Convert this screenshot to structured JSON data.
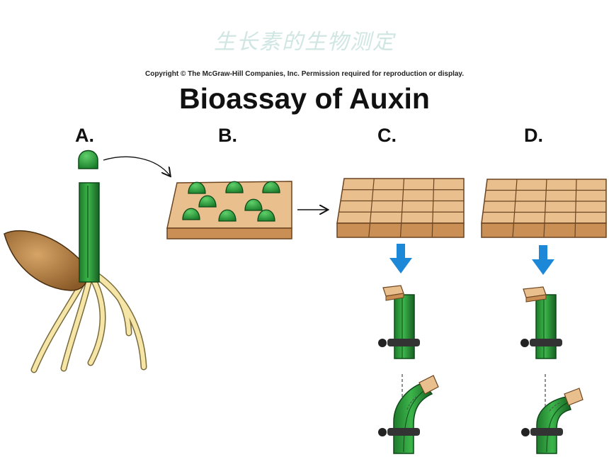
{
  "slide_title": "生长素的生物测定",
  "copyright": "Copyright © The McGraw-Hill Companies, Inc. Permission required for reproduction or display.",
  "figure_title": "Bioassay of Auxin",
  "panels": [
    {
      "label": "A."
    },
    {
      "label": "B."
    },
    {
      "label": "C."
    },
    {
      "label": "D."
    }
  ],
  "colors": {
    "stem_green": "#2e9e3a",
    "stem_dark": "#155e22",
    "agar_top": "#e9bf8e",
    "agar_side": "#c98f55",
    "seed": "#b07a3c",
    "root": "#f5e6a8",
    "arrow_blue": "#1e88d8"
  }
}
